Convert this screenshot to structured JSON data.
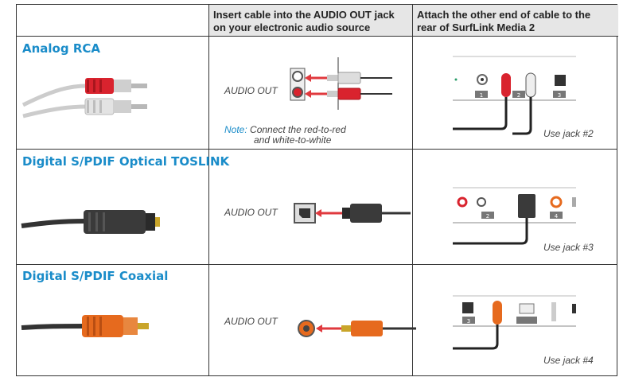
{
  "header": {
    "col2": "Insert cable into the AUDIO OUT jack on your electronic audio source",
    "col3": "Attach the other end of cable to the rear of SurfLink Media 2"
  },
  "rows": [
    {
      "title": "Analog RCA",
      "audio_out": "AUDIO OUT",
      "note_key": "Note:",
      "note_line1": "Connect the red-to-red",
      "note_line2": "and white-to-white",
      "jack_label": "Use jack #2",
      "jack_numbers": [
        "1",
        "2",
        "3"
      ]
    },
    {
      "title": "Digital S/PDIF Optical TOSLINK",
      "audio_out": "AUDIO OUT",
      "jack_label": "Use jack #3",
      "jack_numbers": [
        "2",
        "4"
      ]
    },
    {
      "title": "Digital S/PDIF Coaxial",
      "audio_out": "AUDIO OUT",
      "jack_label": "Use jack #4",
      "jack_numbers": [
        "3"
      ]
    }
  ],
  "colors": {
    "title_blue": "#1a8cc9",
    "red_plug": "#d9232e",
    "orange_plug": "#e66a1e",
    "arrow_red": "#e0393e"
  }
}
